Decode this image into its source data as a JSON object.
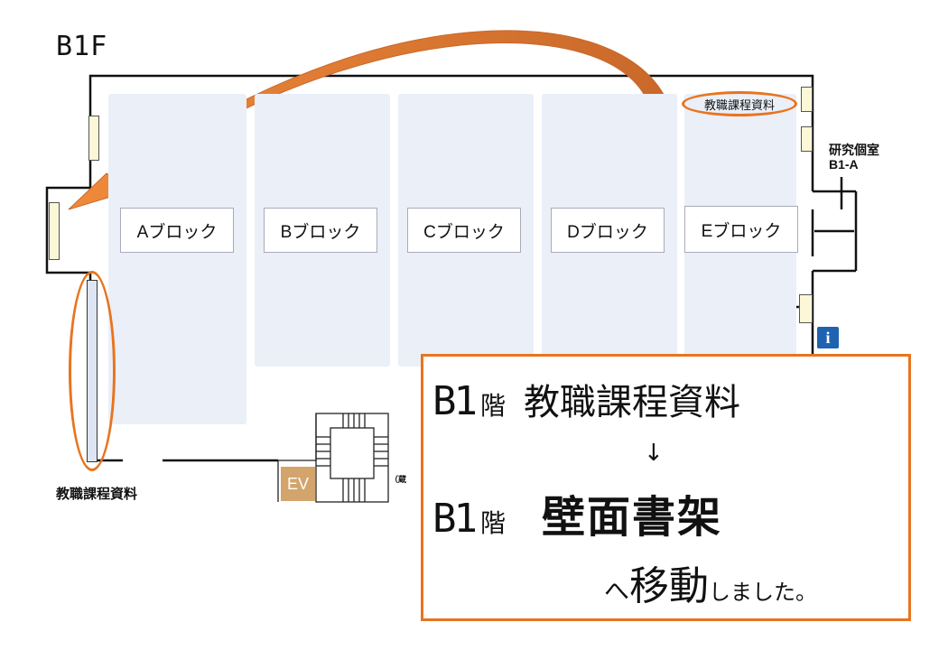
{
  "floor": {
    "label": "B1F"
  },
  "blocks": [
    {
      "name": "A",
      "label": "Aブロック"
    },
    {
      "name": "B",
      "label": "Bブロック"
    },
    {
      "name": "C",
      "label": "Cブロック"
    },
    {
      "name": "D",
      "label": "Dブロック"
    },
    {
      "name": "E",
      "label": "Eブロック"
    }
  ],
  "study_room": {
    "line1": "研究個室",
    "line2": "B1-A"
  },
  "materials": {
    "old_location_label": "教職課程資料",
    "new_location_label": "教職課程資料"
  },
  "elevator": {
    "label": "EV"
  },
  "stairs_note": {
    "label": "（蔵"
  },
  "notice": {
    "floor_prefix": "B1",
    "floor_suffix": "階",
    "old_name": "教職課程資料",
    "arrow": "↓",
    "new_name": "壁面書架",
    "move_he": "へ",
    "move_main": "移動",
    "move_tail": "しました。"
  },
  "colors": {
    "highlight": "#e8741f",
    "block_fill": "#eaeff8",
    "shelf_fill": "#fbf7d7",
    "elevator": "#d3a46c",
    "info": "#1f63b0"
  },
  "icons": {
    "info": "information-icon",
    "arrow": "curved-arrow"
  }
}
